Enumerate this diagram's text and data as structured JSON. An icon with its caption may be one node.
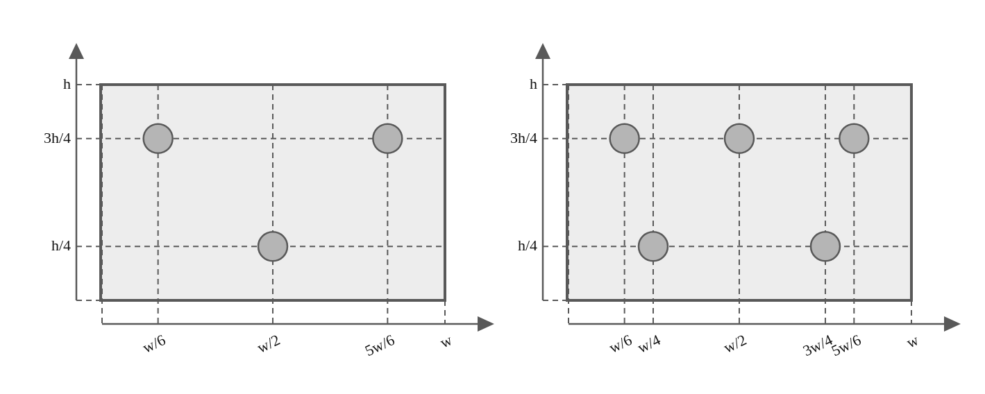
{
  "diagram": {
    "labels": [
      "h",
      "3h/4",
      "h/4",
      "w/6",
      "w/2",
      "5w/6",
      "w",
      "h",
      "3h/4",
      "h/4",
      "w/6",
      "w/4",
      "w/2",
      "3w/4",
      "5w/6",
      "w"
    ]
  }
}
